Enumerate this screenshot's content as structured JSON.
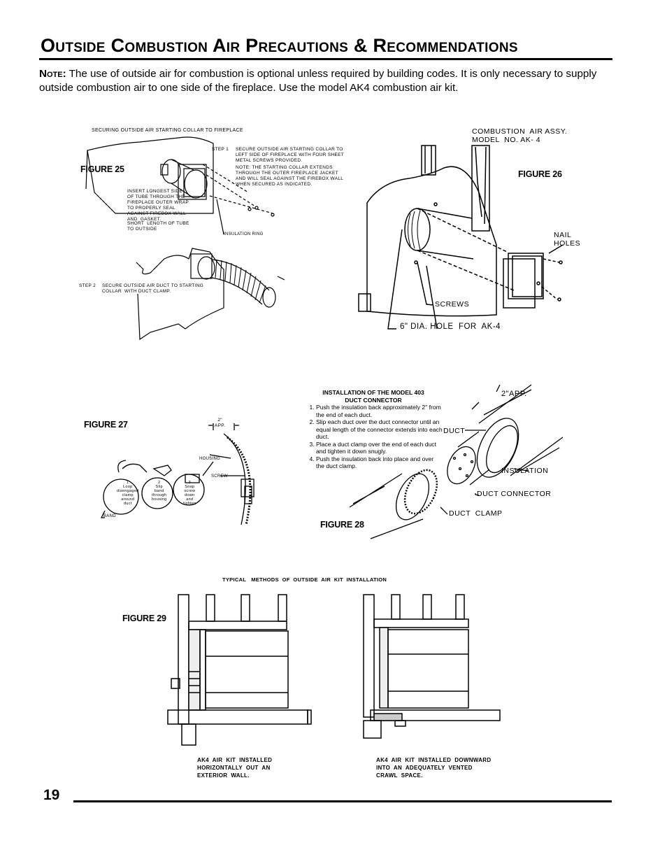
{
  "title": "Outside Combustion Air Precautions & Recommendations",
  "note": {
    "label": "Note:",
    "text": "The use of outside air for combustion is optional unless required by building codes.  It is only necessary to supply outside combustion air to one side of the fireplace.  Use the model AK4 combustion air kit."
  },
  "fig25": {
    "label": "FIGURE 25",
    "heading": "SECURING OUTSIDE AIR STARTING COLLAR TO FIREPLACE",
    "step1_label": "STEP 1",
    "step1_text": "SECURE OUTSIDE AIR STARTING COLLAR TO\nLEFT SIDE OF FIREPLACE WITH FOUR SHEET\nMETAL SCREWS PROVIDED.",
    "step1_note": "NOTE: THE STARTING COLLAR EXTENDS\nTHROUGH THE OUTER FIREPLACE JACKET\nAND WILL SEAL AGAINST THE FIREBOX WALL\nWHEN SECURED AS INDICATED.",
    "insert_text": "INSERT LONGEST SIDE\nOF TUBE THROUGH THE\nFIREPLACE OUTER WRAP\nTO PROPERLY SEAL\nAGAINST FIREBOX WALL\nAND  GASKET.",
    "short_text": "SHORT  LENGTH OF TUBE\nTO OUTSIDE",
    "insulation_ring": "INSULATION RING",
    "step2_label": "STEP 2",
    "step2_text": "SECURE OUTSIDE AIR DUCT TO STARTING\nCOLLAR  WITH DUCT CLAMP."
  },
  "fig26": {
    "label": "FIGURE 26",
    "assy": "COMBUSTION  AIR ASSY.\nMODEL  NO. AK- 4",
    "nail_holes": "NAIL\nHOLES",
    "screws": "SCREWS",
    "hole": "6\" DIA. HOLE  FOR  AK-4"
  },
  "fig27": {
    "label": "FIGURE 27",
    "app": "2\"\nAPP.",
    "housing": "HOUSING",
    "screw": "SCREW",
    "band": "BAND",
    "steps": [
      {
        "num": "1",
        "text": "Loop\ndisengaged\nclamp\naround\nduct"
      },
      {
        "num": "2",
        "text": "Slip\nband\nthrough\nhousing"
      },
      {
        "num": "3",
        "text": "Snap\nscrew\ndown\nand\ntighten"
      }
    ]
  },
  "fig28": {
    "label": "FIGURE 28",
    "heading": "INSTALLATION OF THE MODEL 403\nDUCT CONNECTOR",
    "steps": [
      "Push the insulation back approximately 2\" from the end of each duct.",
      "Slip each duct over the duct connector until an equal length of the connector extends into each duct.",
      "Place a duct clamp over the end of each duct and tighten it down snugly.",
      "Push the insulation back into place and over the duct clamp."
    ],
    "app": "2\"APP.",
    "duct": "DUCT",
    "insulation": "INSULATION",
    "connector": "DUCT CONNECTOR",
    "clamp": "DUCT  CLAMP"
  },
  "fig29": {
    "label": "FIGURE 29",
    "heading": "TYPICAL   METHODS  OF  OUTSIDE  AIR  KIT  INSTALLATION",
    "left_caption": "AK4  AIR  KIT  INSTALLED\nHORIZONTALLY  OUT  AN\nEXTERIOR  WALL.",
    "right_caption": "AK4  AIR  KIT  INSTALLED  DOWNWARD\nINTO  AN  ADEQUATELY  VENTED\nCRAWL  SPACE."
  },
  "page_number": "19"
}
